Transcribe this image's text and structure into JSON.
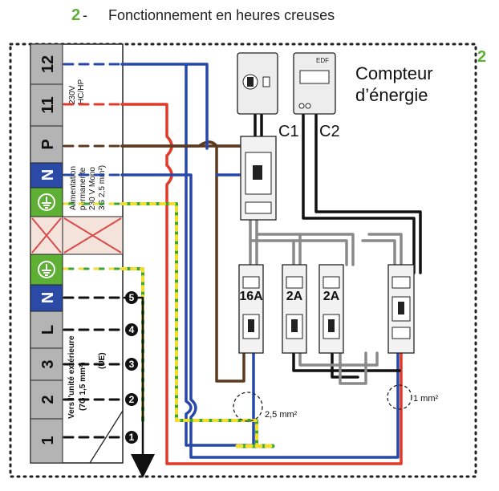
{
  "header": {
    "step_number": "2",
    "step_dash": "-",
    "title": "Fonctionnement en heures creuses"
  },
  "corner_step": "2",
  "meter": {
    "label_line1": "Compteur",
    "label_line2": "d’énergie",
    "brand": "EDF",
    "c1": "C1",
    "c2": "C2"
  },
  "terminal_block": {
    "rows": [
      "12",
      "11",
      "P",
      "N",
      "earth",
      "cross",
      "earth",
      "N",
      "L",
      "3",
      "2",
      "1"
    ],
    "labels": {
      "t12": "12",
      "t11": "11",
      "tP": "P",
      "tN1": "N",
      "tN2": "N",
      "tL": "L",
      "t3": "3",
      "t2": "2",
      "t1": "1"
    },
    "hchp_lines": [
      "230V",
      "HC/HP"
    ],
    "alim_lines": [
      "Alimentation",
      "permanente",
      "230 V Mono",
      "3G 2,5 mm²)"
    ],
    "ue_lines": [
      "Vers l'unité extérieure",
      "(7G 1,5 mm²)",
      "(UE)"
    ]
  },
  "outdoor_terminals": [
    "5",
    "4",
    "3",
    "2",
    "1"
  ],
  "breakers": {
    "b16": "16A",
    "b2a": "2A",
    "b2b": "2A"
  },
  "cable_sections": {
    "left": "2,5 mm²",
    "right": "1 mm²"
  },
  "colors": {
    "accent_green": "#5db034",
    "earth_green": "#3aa535",
    "neutral_blue": "#2748a8",
    "live_red": "#e03a2a",
    "phase_brown": "#5b3a1f",
    "wire_black": "#111111",
    "wire_grey": "#8a8a8a",
    "terminal_grey": "#b4b4b4"
  }
}
